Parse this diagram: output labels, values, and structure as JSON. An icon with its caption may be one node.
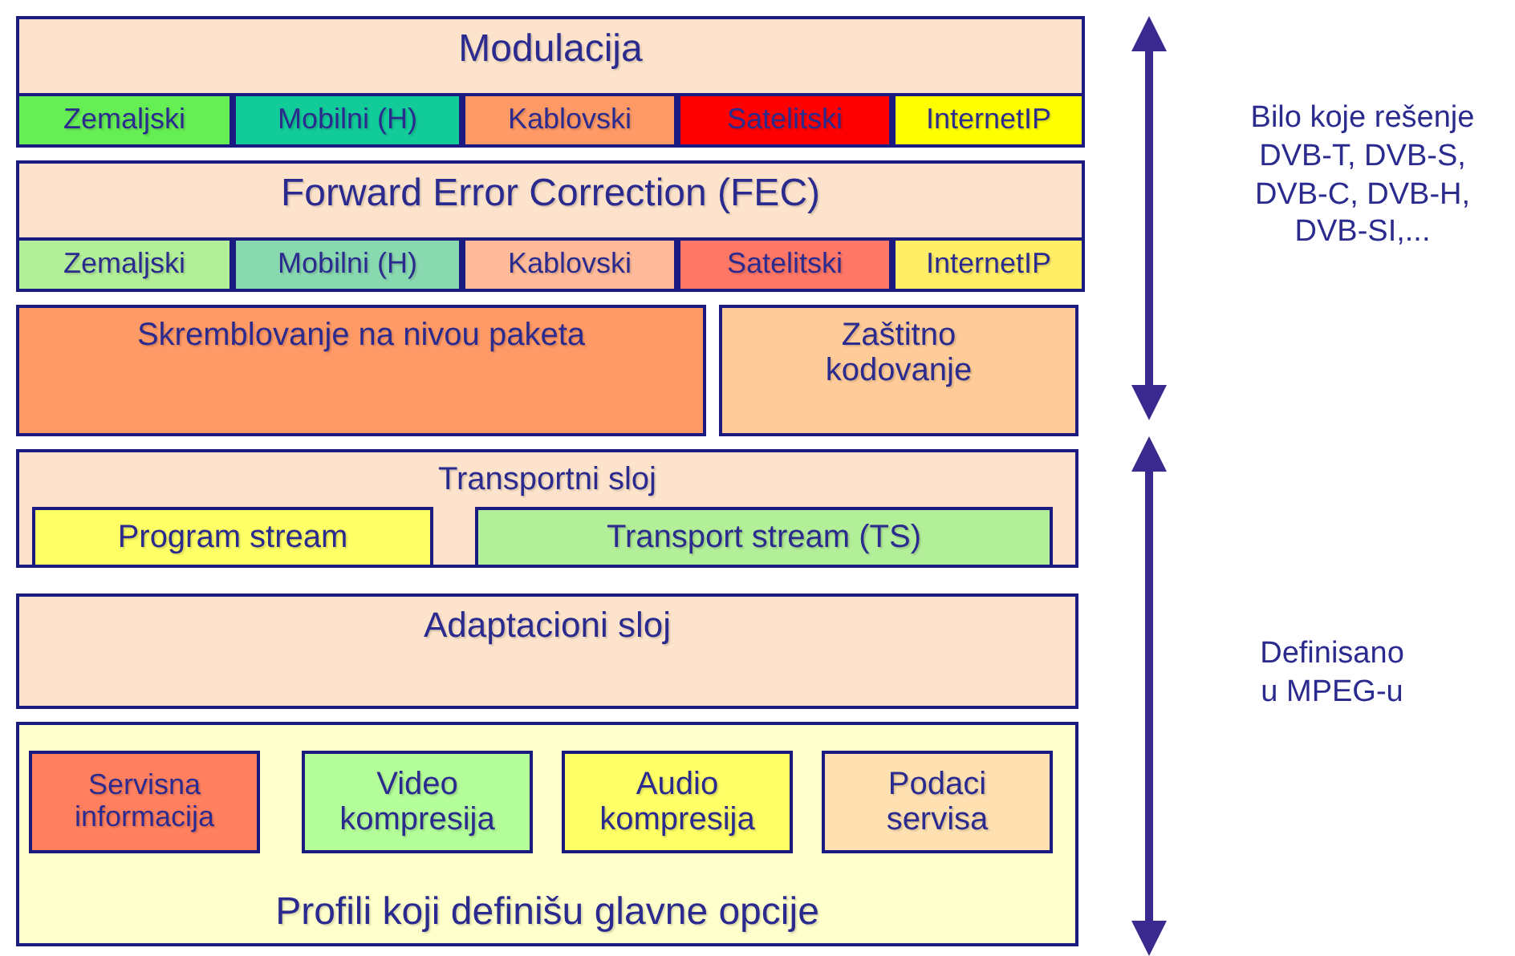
{
  "diagram": {
    "nodes": [
      {
        "text": [
          "Modulacija"
        ]
      },
      {
        "text": [
          "Zemaljski"
        ],
        "in": 0
      },
      {
        "text": [
          "Mobilni (H)"
        ],
        "in": 0
      },
      {
        "text": [
          "Kablovski"
        ],
        "in": 0
      },
      {
        "text": [
          "Satelitski"
        ],
        "in": 0
      },
      {
        "text": [
          "InternetIP"
        ],
        "in": 0
      },
      {
        "text": [
          "Forward Error Correction (FEC)"
        ]
      },
      {
        "text": [
          "Zemaljski"
        ],
        "in": 6
      },
      {
        "text": [
          "Mobilni (H)"
        ],
        "in": 6
      },
      {
        "text": [
          "Kablovski"
        ],
        "in": 6
      },
      {
        "text": [
          "Satelitski"
        ],
        "in": 6
      },
      {
        "text": [
          "InternetIP"
        ],
        "in": 6
      },
      {
        "text": [
          "Skremblovanje na nivou paketa"
        ]
      },
      {
        "text": [
          "Zaštitno kodovanje"
        ]
      },
      {
        "text": [
          "Transportni sloj"
        ]
      },
      {
        "text": [
          "Program stream"
        ],
        "in": 14
      },
      {
        "text": [
          "Transport stream (TS)"
        ],
        "in": 14
      },
      {
        "text": [
          "Adaptacioni sloj"
        ]
      },
      {
        "text": [
          "Profili koji definišu glavne opcije"
        ]
      },
      {
        "text": [
          "Servisna informacija"
        ],
        "in": 18
      },
      {
        "text": [
          "Video kompresija"
        ],
        "in": 18
      },
      {
        "text": [
          "Audio kompresija"
        ],
        "in": 18
      },
      {
        "text": [
          "Podaci servisa"
        ],
        "in": 18
      }
    ],
    "labels": [
      "Bilo koje rešenje DVB-T, DVB-S, DVB-C, DVB-H, DVB-SI,...",
      "Definisano u MPEG-u"
    ]
  }
}
